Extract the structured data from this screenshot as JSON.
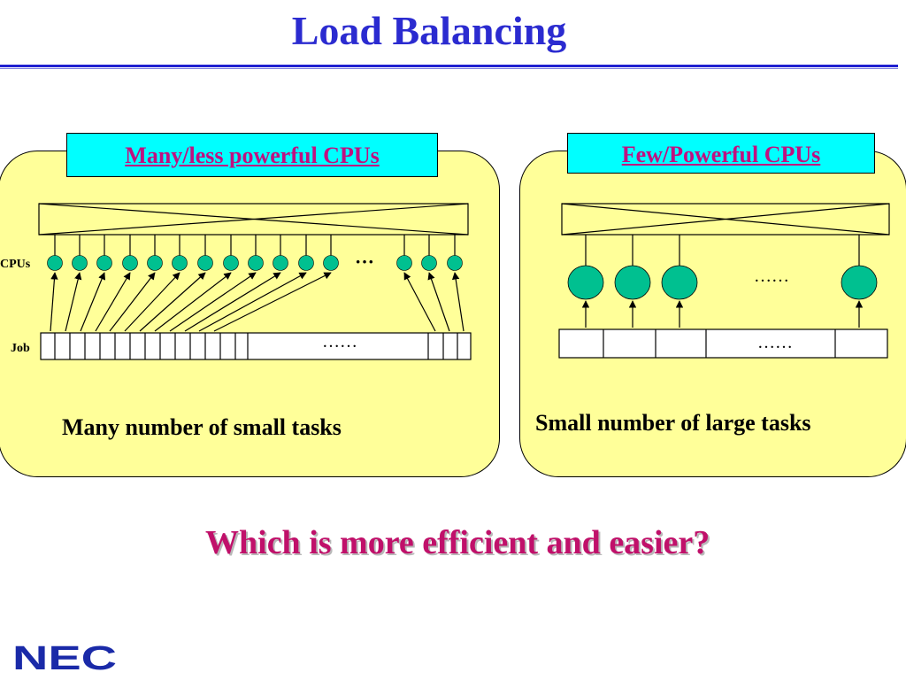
{
  "title": "Load Balancing",
  "left": {
    "header": "Many/less powerful CPUs",
    "cpus_label": "CPUs",
    "job_label": "Job",
    "cpu_ellipsis": "···",
    "job_ellipsis": "……",
    "caption": "Many number of small tasks"
  },
  "right": {
    "header": "Few/Powerful CPUs",
    "cpu_ellipsis": "……",
    "job_ellipsis": "……",
    "caption": "Small number of large tasks"
  },
  "question": "Which is more efficient and easier?",
  "logo": "NEC",
  "colors": {
    "title": "#2b2bd0",
    "panel_fill": "#ffff99",
    "label_fill": "#00ffff",
    "label_text": "#c01080",
    "cpu_fill": "#00c090",
    "question": "#c0106a"
  }
}
